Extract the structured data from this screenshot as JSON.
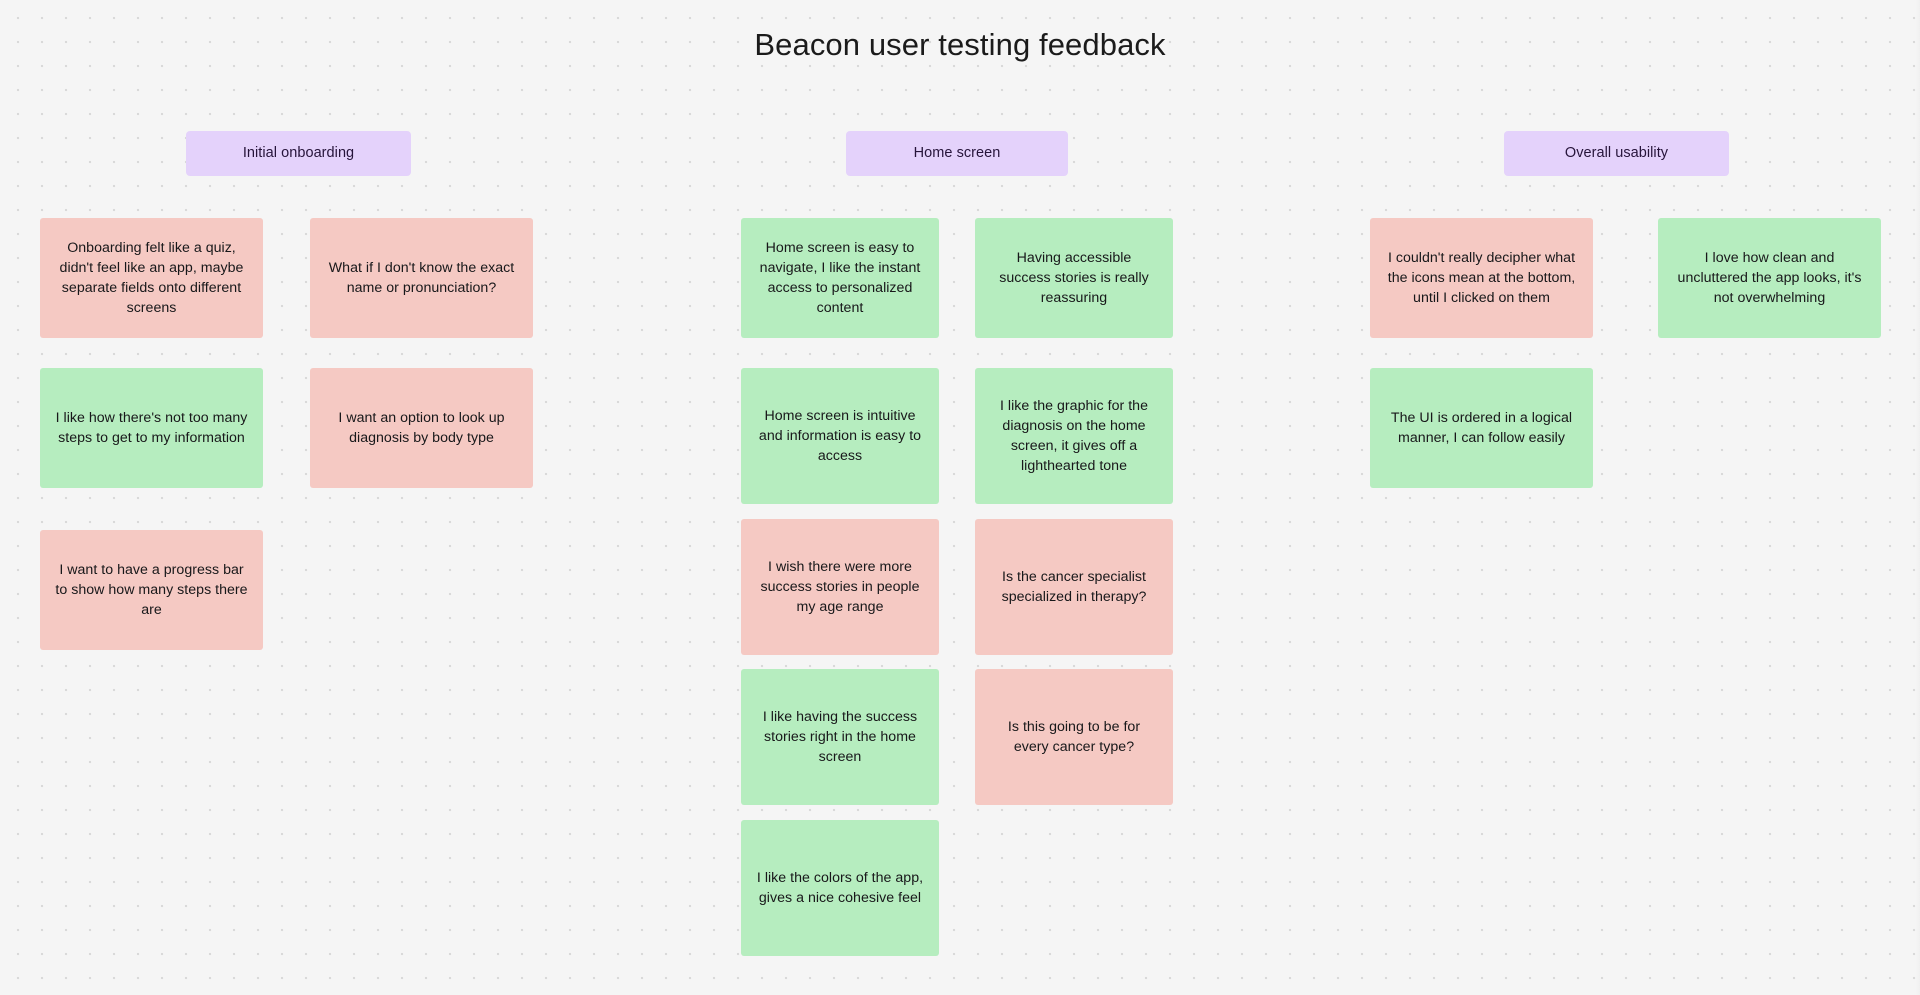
{
  "board": {
    "title": "Beacon user testing feedback",
    "colors": {
      "header_chip": "#e4d2fb",
      "note_pink": "#f5c9c3",
      "note_green": "#b6edbf",
      "canvas": "#f5f5f5",
      "dot_grid": "#d9d9d9"
    }
  },
  "sections": [
    {
      "label": "Initial onboarding"
    },
    {
      "label": "Home screen"
    },
    {
      "label": "Overall usability"
    }
  ],
  "notes": [
    {
      "text": "Onboarding felt like a quiz, didn't feel like an app, maybe separate fields onto different screens",
      "sentiment": "negative",
      "section": "Initial onboarding",
      "column": 1,
      "row": 1
    },
    {
      "text": "What if I don't know the exact name or pronunciation?",
      "sentiment": "negative",
      "section": "Initial onboarding",
      "column": 2,
      "row": 1
    },
    {
      "text": "I like how there's not too many steps to get to my information",
      "sentiment": "positive",
      "section": "Initial onboarding",
      "column": 1,
      "row": 2
    },
    {
      "text": "I want an option to look up diagnosis by body type",
      "sentiment": "negative",
      "section": "Initial onboarding",
      "column": 2,
      "row": 2
    },
    {
      "text": "I want to have a progress bar to show how many steps there are",
      "sentiment": "negative",
      "section": "Initial onboarding",
      "column": 1,
      "row": 3
    },
    {
      "text": "Home screen is easy to navigate, I like the instant access to personalized content",
      "sentiment": "positive",
      "section": "Home screen",
      "column": 1,
      "row": 1
    },
    {
      "text": "Having accessible success stories is really reassuring",
      "sentiment": "positive",
      "section": "Home screen",
      "column": 2,
      "row": 1
    },
    {
      "text": "Home screen is intuitive and information is easy to access",
      "sentiment": "positive",
      "section": "Home screen",
      "column": 1,
      "row": 2
    },
    {
      "text": "I like the graphic for the diagnosis on the home screen, it gives off a lighthearted tone",
      "sentiment": "positive",
      "section": "Home screen",
      "column": 2,
      "row": 2
    },
    {
      "text": "I wish there were more success stories in people my age range",
      "sentiment": "negative",
      "section": "Home screen",
      "column": 1,
      "row": 3
    },
    {
      "text": "Is the cancer specialist specialized in therapy?",
      "sentiment": "negative",
      "section": "Home screen",
      "column": 2,
      "row": 3
    },
    {
      "text": "I like having the success stories right in the home screen",
      "sentiment": "positive",
      "section": "Home screen",
      "column": 1,
      "row": 4
    },
    {
      "text": "Is this going to be for every cancer type?",
      "sentiment": "negative",
      "section": "Home screen",
      "column": 2,
      "row": 4
    },
    {
      "text": "I like the colors of the app, gives a nice cohesive feel",
      "sentiment": "positive",
      "section": "Home screen",
      "column": 1,
      "row": 5
    },
    {
      "text": "I couldn't really decipher what the icons mean at the bottom, until I clicked on them",
      "sentiment": "negative",
      "section": "Overall usability",
      "column": 1,
      "row": 1
    },
    {
      "text": "I love how clean and uncluttered the app looks, it's not overwhelming",
      "sentiment": "positive",
      "section": "Overall usability",
      "column": 2,
      "row": 1
    },
    {
      "text": "The UI is ordered in a logical manner, I can follow easily",
      "sentiment": "positive",
      "section": "Overall usability",
      "column": 1,
      "row": 2
    }
  ]
}
